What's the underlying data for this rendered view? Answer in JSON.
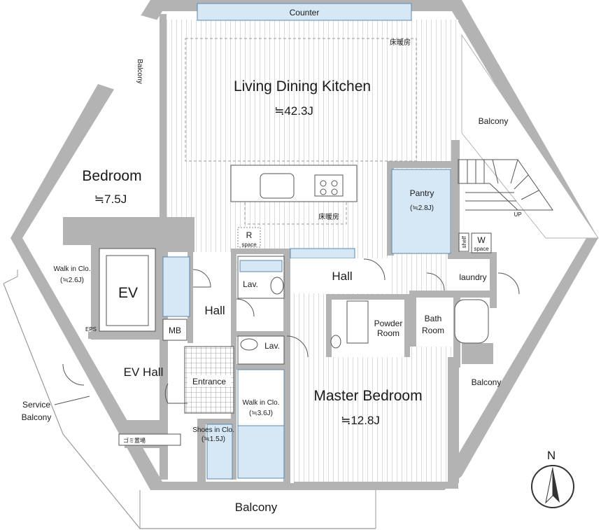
{
  "rooms": {
    "counter": "Counter",
    "ldk": {
      "name": "Living Dining Kitchen",
      "area": "≒42.3J"
    },
    "floor_heating_1": "床暖房",
    "floor_heating_2": "床暖房",
    "bedroom": {
      "name": "Bedroom",
      "area": "≒7.5J"
    },
    "master_bedroom": {
      "name": "Master Bedroom",
      "area": "≒12.8J"
    },
    "pantry": {
      "name": "Pantry",
      "area": "(≒2.8J)"
    },
    "walk_in_1": {
      "name": "Walk in Clo.",
      "area": "(≒2.6J)"
    },
    "walk_in_2": {
      "name": "Walk in Clo.",
      "area": "(≒3.6J)"
    },
    "shoes": {
      "name": "Shoes in Clo.",
      "area": "(≒1.5J)"
    },
    "ev": "EV",
    "mb": "MB",
    "eps": "EPS",
    "hall_left": "Hall",
    "hall_center": "Hall",
    "lav_1": "Lav.",
    "lav_2": "Lav.",
    "powder_room": {
      "line1": "Powder",
      "line2": "Room"
    },
    "bath_room": {
      "line1": "Bath",
      "line2": "Room"
    },
    "laundry": "laundry",
    "ev_hall": "EV  Hall",
    "entrance": "Entrance",
    "gomi": "ゴミ置場",
    "r_space": {
      "letter": "R",
      "sub": "space"
    },
    "w_space": {
      "letter": "W",
      "sub": "space"
    },
    "shelf": "shelf",
    "up": "UP"
  },
  "balconies": {
    "top_left": "Balcony",
    "right": "Balcony",
    "lower_right": "Balcony",
    "bottom": "Balcony",
    "service": {
      "line1": "Service",
      "line2": "Balcony"
    }
  },
  "compass": {
    "label": "N"
  },
  "colors": {
    "wall": "#b3b3b3",
    "fixture_blue": "#d6e7f5",
    "fixture_stroke": "#5b88b0",
    "floor_line": "#d9d9d9"
  }
}
